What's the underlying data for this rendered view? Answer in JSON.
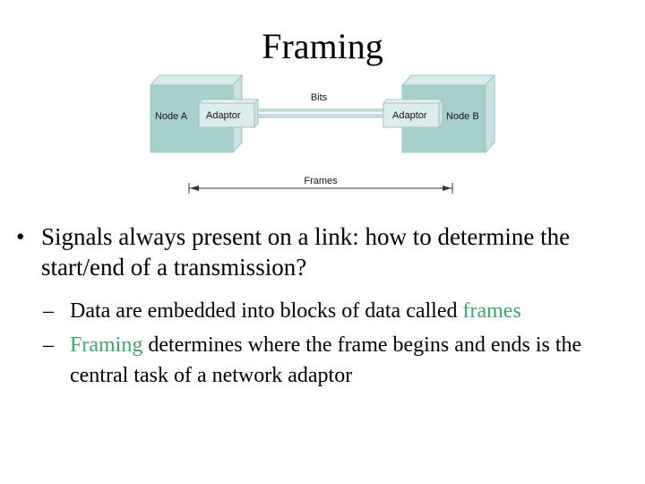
{
  "title": "Framing",
  "diagram": {
    "node_a": "Node A",
    "node_b": "Node B",
    "adaptor_a": "Adaptor",
    "adaptor_b": "Adaptor",
    "bits": "Bits",
    "frames": "Frames",
    "colors": {
      "box_front": "#a7cfcc",
      "box_side": "#c9e2e0",
      "box_top": "#d9ebe9",
      "link": "#c7e0dd"
    }
  },
  "bullets": [
    {
      "marker": "•",
      "text": "Signals always present on a link: how to determine the start/end of a transmission?"
    }
  ],
  "sub_bullets": [
    {
      "marker": "–",
      "text_before": "Data are embedded into blocks of data called ",
      "highlight": "frames",
      "text_after": ""
    },
    {
      "marker": "–",
      "text_before": "",
      "highlight": "Framing",
      "text_after": " determines where the frame begins and ends is the central task of a network adaptor"
    }
  ],
  "highlight_color": "#3aa76d"
}
